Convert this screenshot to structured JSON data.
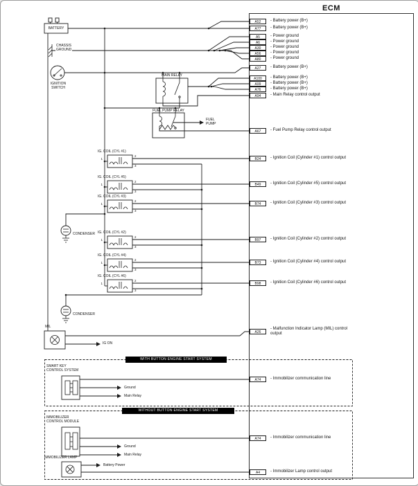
{
  "ecm": {
    "title": "ECM",
    "pins": [
      {
        "name": "A52",
        "desc": "- Battery power (B+)"
      },
      {
        "name": "A77",
        "desc": "- Battery power (B+)"
      },
      {
        "name": "A5",
        "desc": "- Power ground"
      },
      {
        "name": "A6",
        "desc": "- Power ground"
      },
      {
        "name": "A30",
        "desc": "- Power ground"
      },
      {
        "name": "A56",
        "desc": "- Power ground"
      },
      {
        "name": "A80",
        "desc": "- Power ground"
      },
      {
        "name": "A27",
        "desc": "- Battery power (B+)"
      },
      {
        "name": "A100",
        "desc": "- Battery power (B+)"
      },
      {
        "name": "A99",
        "desc": "- Battery power (B+)"
      },
      {
        "name": "A76",
        "desc": "- Battery power (B+)"
      },
      {
        "name": "A94",
        "desc": "- Main Relay control output"
      },
      {
        "name": "A67",
        "desc": "- Fuel Pump Relay control output"
      },
      {
        "name": "B24",
        "desc": "- Ignition Coil (Cylinder #1) control output"
      },
      {
        "name": "B49",
        "desc": "- Ignition Coil (Cylinder #5) control output"
      },
      {
        "name": "B74",
        "desc": "- Ignition Coil (Cylinder #3) control output"
      },
      {
        "name": "B97",
        "desc": "- Ignition Coil (Cylinder #2) control output"
      },
      {
        "name": "B73",
        "desc": "- Ignition Coil (Cylinder #4) control output"
      },
      {
        "name": "B98",
        "desc": "- Ignition Coil (Cylinder #6) control output"
      },
      {
        "name": "A26",
        "desc": "- Malfunction Indicator Lamp (MIL) control output"
      },
      {
        "name": "A74",
        "desc": "- Immobilizer communication line"
      },
      {
        "name": "A74",
        "desc": "- Immobilizer communication line"
      },
      {
        "name": "A4",
        "desc": "- Immobilizer Lamp control output"
      }
    ]
  },
  "components": {
    "battery": "BATTERY",
    "chassis_ground": "CHASSIS\nGROUND",
    "ignition_switch": "IGNITION\nSWITCH",
    "main_relay": "MAIN RELAY",
    "fuel_pump_relay": "FUEL PUMP RELAY",
    "fuel_pump": "FUEL\nPUMP",
    "coils": [
      "IG. COIL (CYL #1)",
      "IG. COIL (CYL #5)",
      "IG. COIL (CYL #3)",
      "IG. COIL (CYL #2)",
      "IG. COIL (CYL #4)",
      "IG. COIL (CYL #6)"
    ],
    "coil_pin_numbers": [
      "1",
      "2",
      "3"
    ],
    "condenser": "CONDENSER",
    "mil": "MIL",
    "ig_on": "IG ON"
  },
  "sections": [
    {
      "header": "WITH BUTTON ENGINE START SYSTEM",
      "module": "SMART KEY\nCONTROL SYSTEM",
      "arrow_labels": [
        "Ground",
        "Main Relay"
      ]
    },
    {
      "header": "WITHOUT BUTTON ENGINE START SYSTEM",
      "module": "IMMOBILIZER\nCONTROL MODULE",
      "arrow_labels": [
        "Ground",
        "Main Relay"
      ],
      "lamp_label": "IMMOBILIZER LAMP",
      "lamp_arrow_label": "Battery Power"
    }
  ]
}
